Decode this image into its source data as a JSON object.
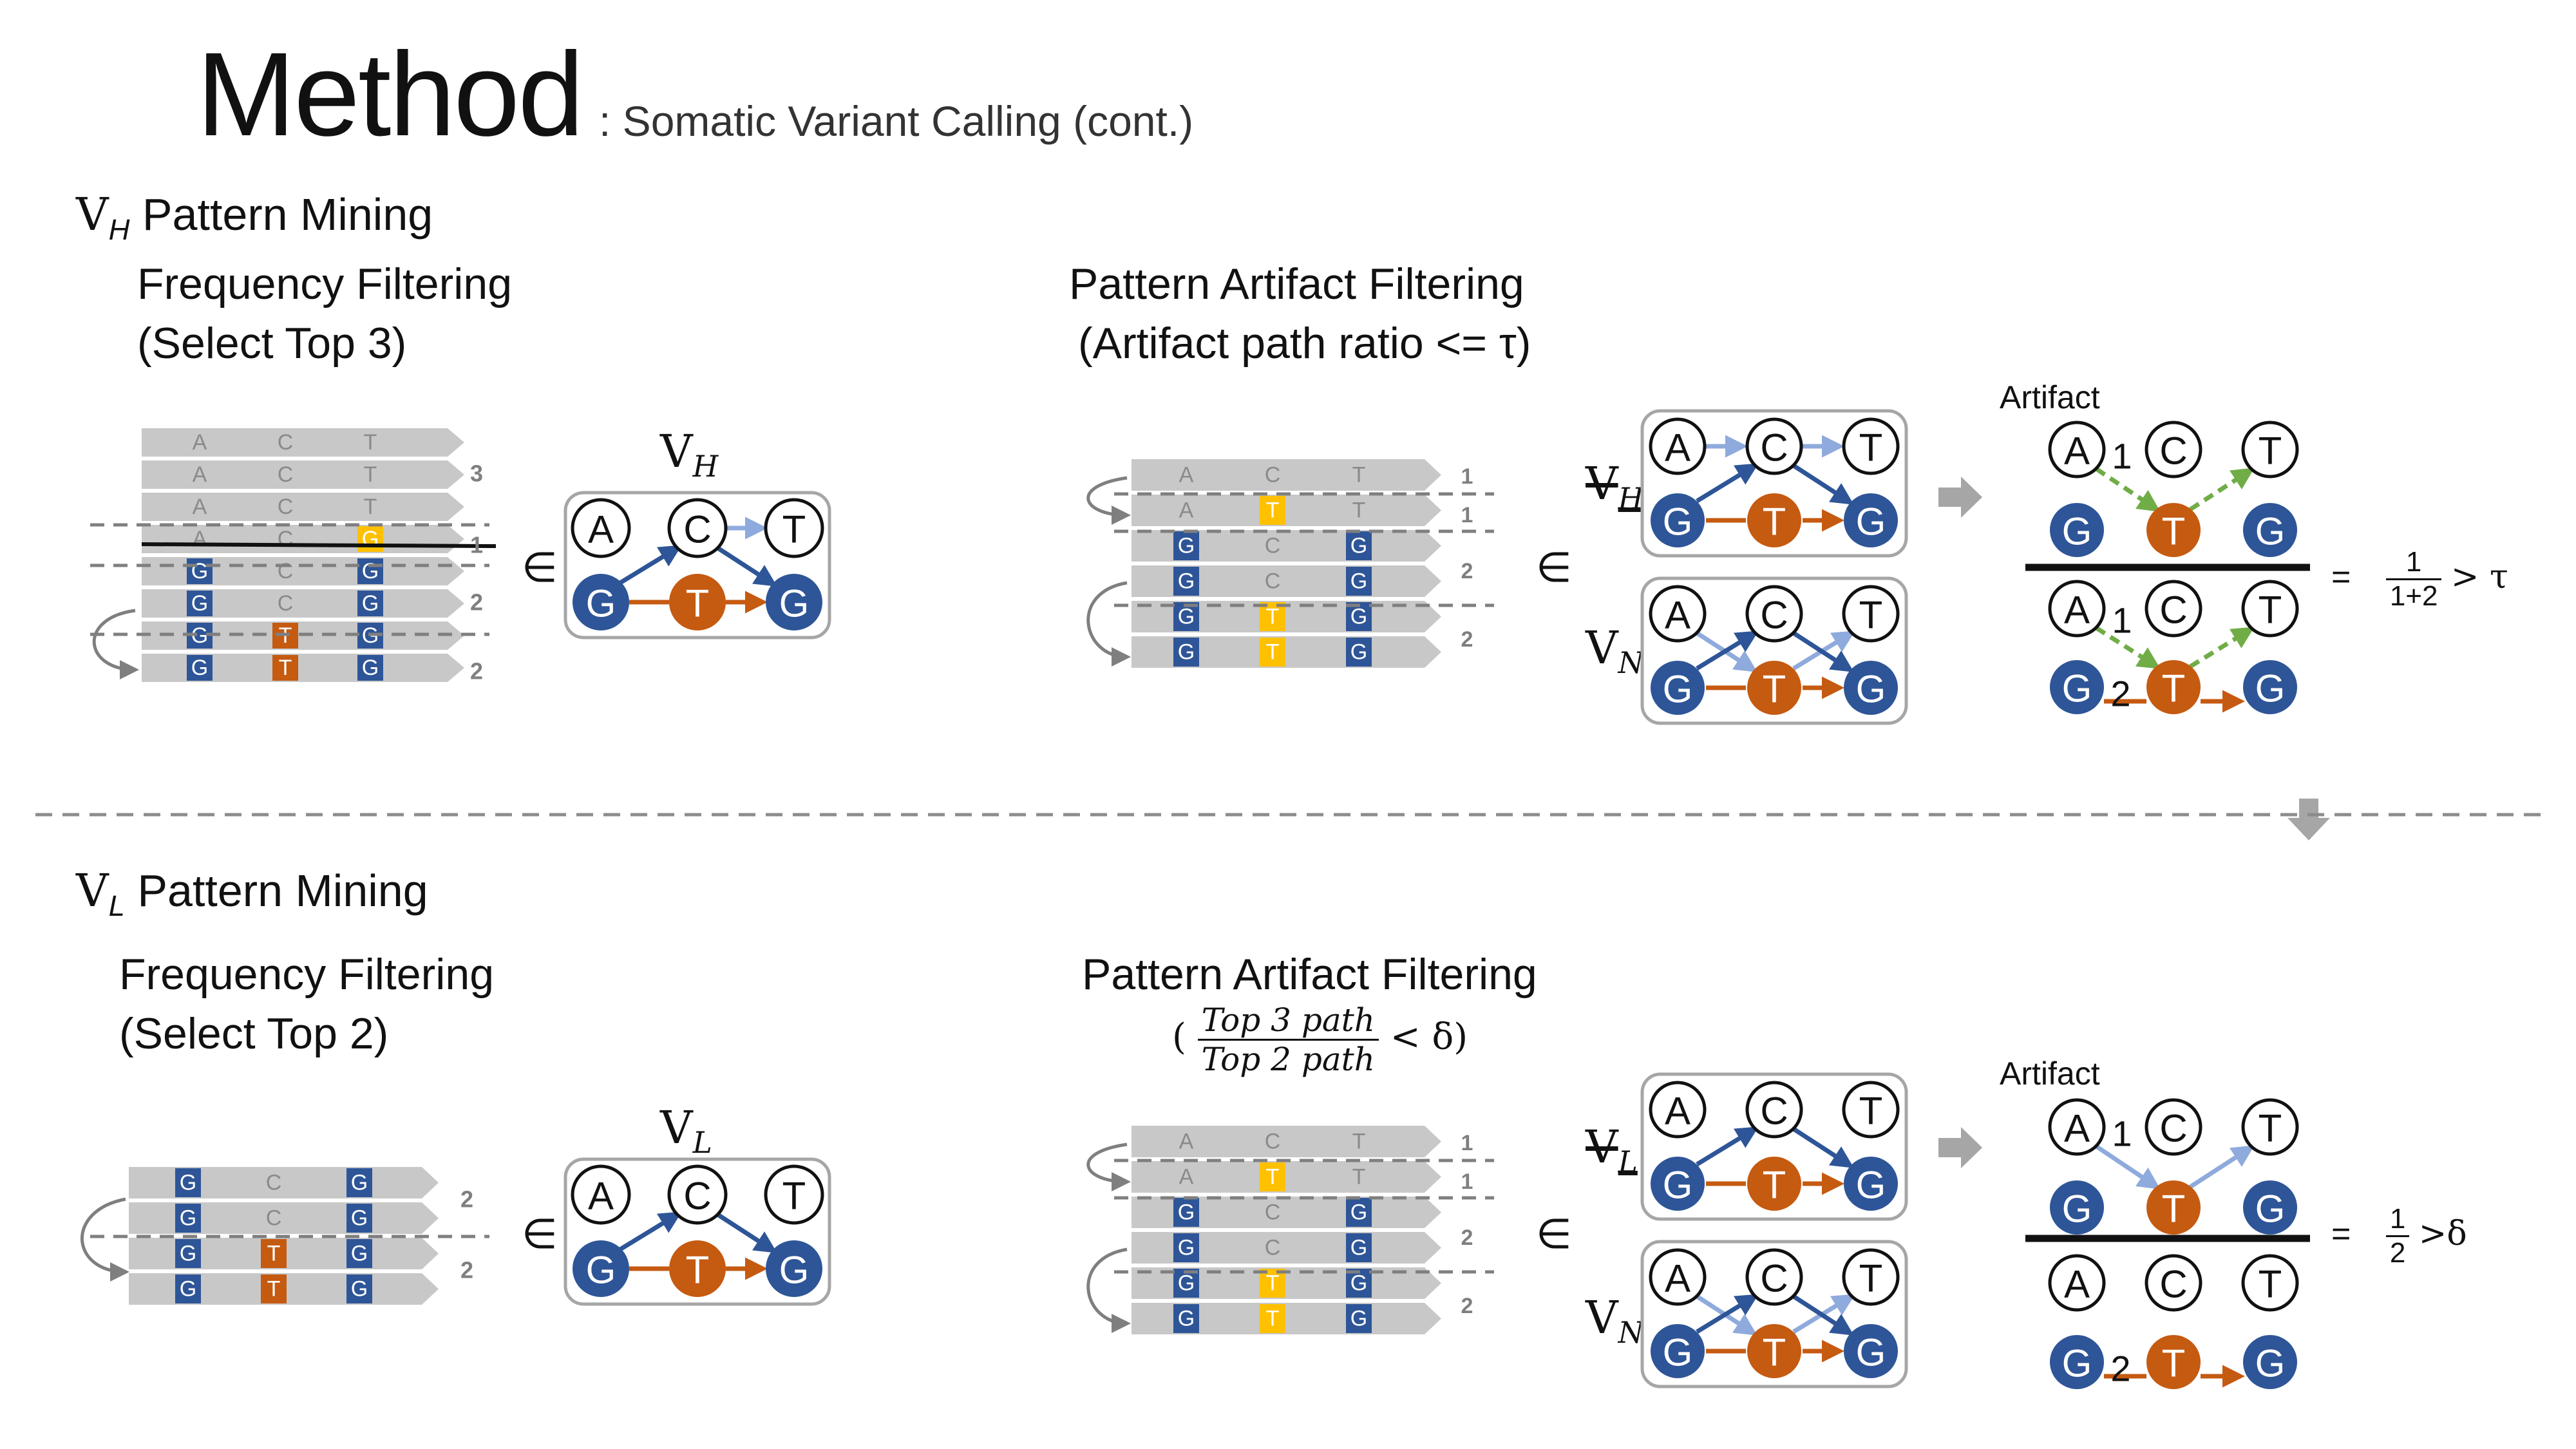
{
  "title": "Method",
  "subtitle": ": Somatic Variant Calling (cont.)",
  "colors": {
    "blue": "#2E5597",
    "light_blue": "#8FAADC",
    "orange": "#C55A11",
    "yellow": "#FFC000",
    "green": "#70AD47",
    "read_gray": "#C8C8C8"
  },
  "vh": {
    "title_sym": "V",
    "title_sub": "H",
    "title_text": " Pattern Mining",
    "freq": {
      "line1": "Frequency Filtering",
      "line2": "(Select Top 3)",
      "reads": [
        [
          "A",
          "C",
          "T"
        ],
        [
          "A",
          "C",
          "T"
        ],
        [
          "A",
          "C",
          "T"
        ],
        [
          "A",
          "C",
          "G"
        ],
        [
          "G",
          "C",
          "G"
        ],
        [
          "G",
          "C",
          "G"
        ],
        [
          "G",
          "T",
          "G"
        ],
        [
          "G",
          "T",
          "G"
        ]
      ],
      "counts": [
        "3",
        "1",
        "2",
        "2"
      ],
      "member": "∈",
      "graph_label": "V",
      "graph_label_sub": "H"
    },
    "artifact": {
      "line1": "Pattern Artifact Filtering",
      "line2": "(Artifact path ratio <= τ)",
      "reads": [
        [
          "A",
          "C",
          "T"
        ],
        [
          "A",
          "T",
          "T"
        ],
        [
          "G",
          "C",
          "G"
        ],
        [
          "G",
          "C",
          "G"
        ],
        [
          "G",
          "T",
          "G"
        ],
        [
          "G",
          "T",
          "G"
        ]
      ],
      "counts": [
        "1",
        "1",
        "2",
        "2"
      ],
      "member": "∈",
      "graph1_label": "V",
      "graph1_sub": "H",
      "graph2_label": "V",
      "graph2_sub": "N",
      "artifact_label": "Artifact",
      "edge_top": "1",
      "edge_bottom_1": "1",
      "edge_bottom_2": "2",
      "eq": "=",
      "frac_num": "1",
      "frac_den": "1+2",
      "compare": "> τ"
    }
  },
  "vl": {
    "title_sym": "V",
    "title_sub": "L",
    "title_text": " Pattern Mining",
    "freq": {
      "line1": "Frequency Filtering",
      "line2": "(Select Top 2)",
      "reads": [
        [
          "G",
          "C",
          "G"
        ],
        [
          "G",
          "C",
          "G"
        ],
        [
          "G",
          "T",
          "G"
        ],
        [
          "G",
          "T",
          "G"
        ]
      ],
      "counts": [
        "2",
        "2"
      ],
      "member": "∈",
      "graph_label": "V",
      "graph_label_sub": "L"
    },
    "artifact": {
      "line1": "Pattern Artifact Filtering",
      "cond_open": "(",
      "cond_num": "Top 3 path",
      "cond_den": "Top 2 path",
      "cond_close": "< δ)",
      "reads": [
        [
          "A",
          "C",
          "T"
        ],
        [
          "A",
          "T",
          "T"
        ],
        [
          "G",
          "C",
          "G"
        ],
        [
          "G",
          "C",
          "G"
        ],
        [
          "G",
          "T",
          "G"
        ],
        [
          "G",
          "T",
          "G"
        ]
      ],
      "counts": [
        "1",
        "1",
        "2",
        "2"
      ],
      "member": "∈",
      "graph1_label": "V",
      "graph1_sub": "L",
      "graph2_label": "V",
      "graph2_sub": "N",
      "artifact_label": "Artifact",
      "edge_top": "1",
      "edge_bottom_2": "2",
      "eq": "=",
      "frac_num": "1",
      "frac_den": "2",
      "compare": ">δ"
    }
  },
  "nodes": {
    "a": "A",
    "c": "C",
    "t": "T",
    "g": "G"
  }
}
